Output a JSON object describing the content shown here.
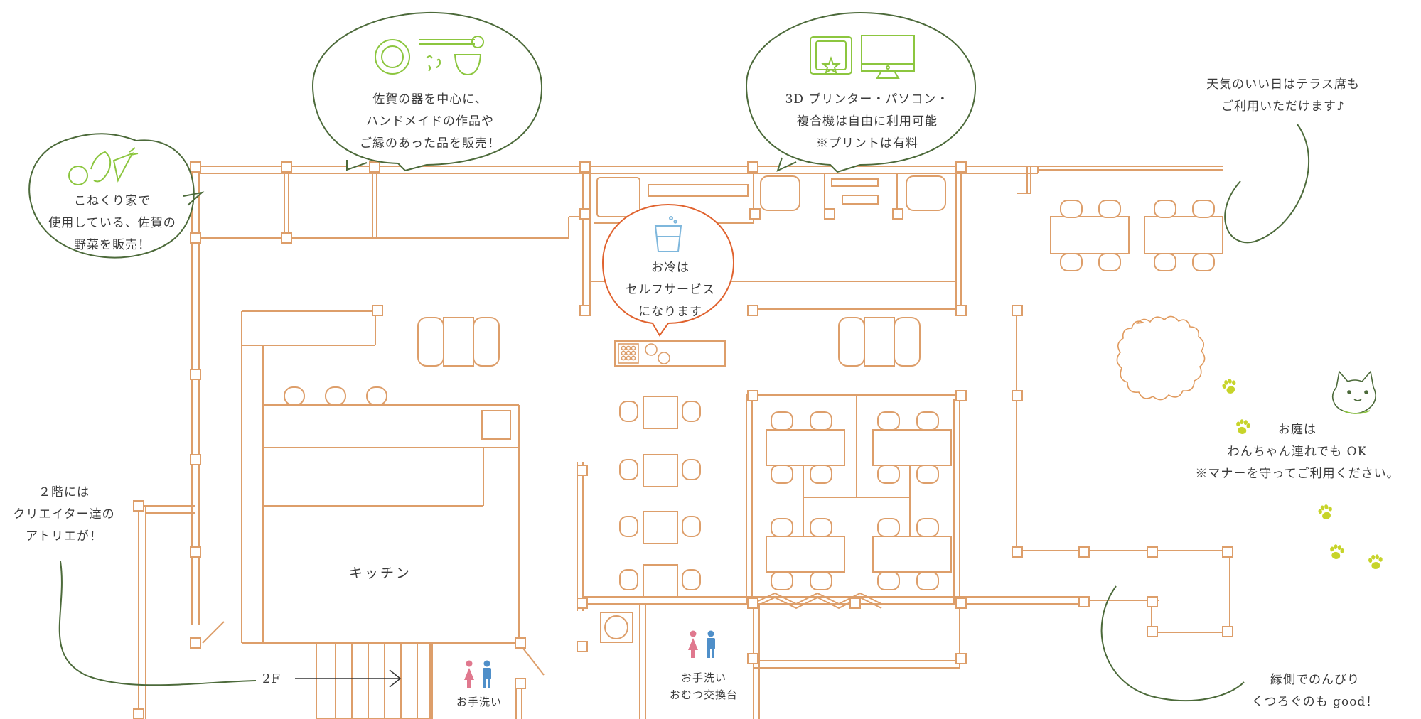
{
  "colors": {
    "wall": "#dd9e6a",
    "bubble_green": "#4c6a3a",
    "bubble_orange": "#e0622e",
    "icon_green": "#8cc63f",
    "icon_blue": "#7eb7dc",
    "paw": "#c7d42a",
    "toilet_female": "#e0788e",
    "toilet_male": "#4f8fc9"
  },
  "bubbles": {
    "vegetables": {
      "lines": [
        "こねくり家で",
        "使用している、佐賀の",
        "野菜を販売！"
      ],
      "icon": "vegetables-icon"
    },
    "tableware": {
      "lines": [
        "佐賀の器を中心に、",
        "ハンドメイドの作品や",
        "ご縁のあった品を販売！"
      ],
      "icon": "tableware-icon"
    },
    "printer": {
      "lines": [
        "3D プリンター・パソコン・",
        "複合機は自由に利用可能",
        "※プリントは有料"
      ],
      "icon": "printer-computer-icon"
    },
    "water": {
      "lines": [
        "お冷は",
        "セルフサービス",
        "になります"
      ],
      "icon": "water-glass-icon"
    }
  },
  "notes": {
    "terrace": [
      "天気のいい日はテラス席も",
      "ご利用いただけます♪"
    ],
    "garden": [
      "お庭は",
      "わんちゃん連れでも OK",
      "※マナーを守ってご利用ください。"
    ],
    "atelier": [
      "２階には",
      "クリエイター達の",
      "アトリエが！"
    ],
    "engawa": [
      "縁側でのんびり",
      "くつろぐのも good！"
    ]
  },
  "rooms": {
    "kitchen": "キッチン",
    "stairs": "2F",
    "restroom_left": "お手洗い",
    "restroom_right": [
      "お手洗い",
      "おむつ交換台"
    ]
  }
}
